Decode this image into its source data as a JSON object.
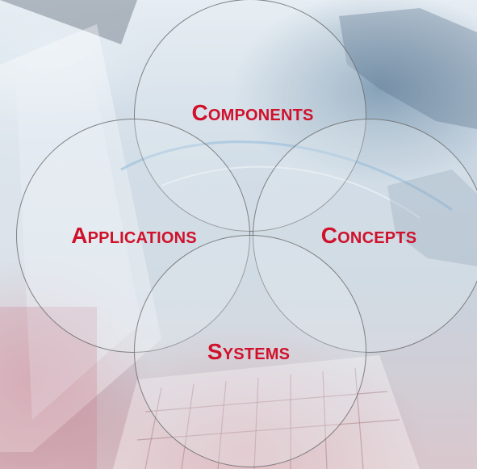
{
  "diagram": {
    "type": "overlapping-circles",
    "circles": [
      {
        "id": "components",
        "label": "Components"
      },
      {
        "id": "applications",
        "label": "Applications"
      },
      {
        "id": "concepts",
        "label": "Concepts"
      },
      {
        "id": "systems",
        "label": "Systems"
      }
    ]
  },
  "colors": {
    "label": "#d0112b",
    "circle_border": "#5f5f5f",
    "circle_fill": "#ebf0f6"
  }
}
